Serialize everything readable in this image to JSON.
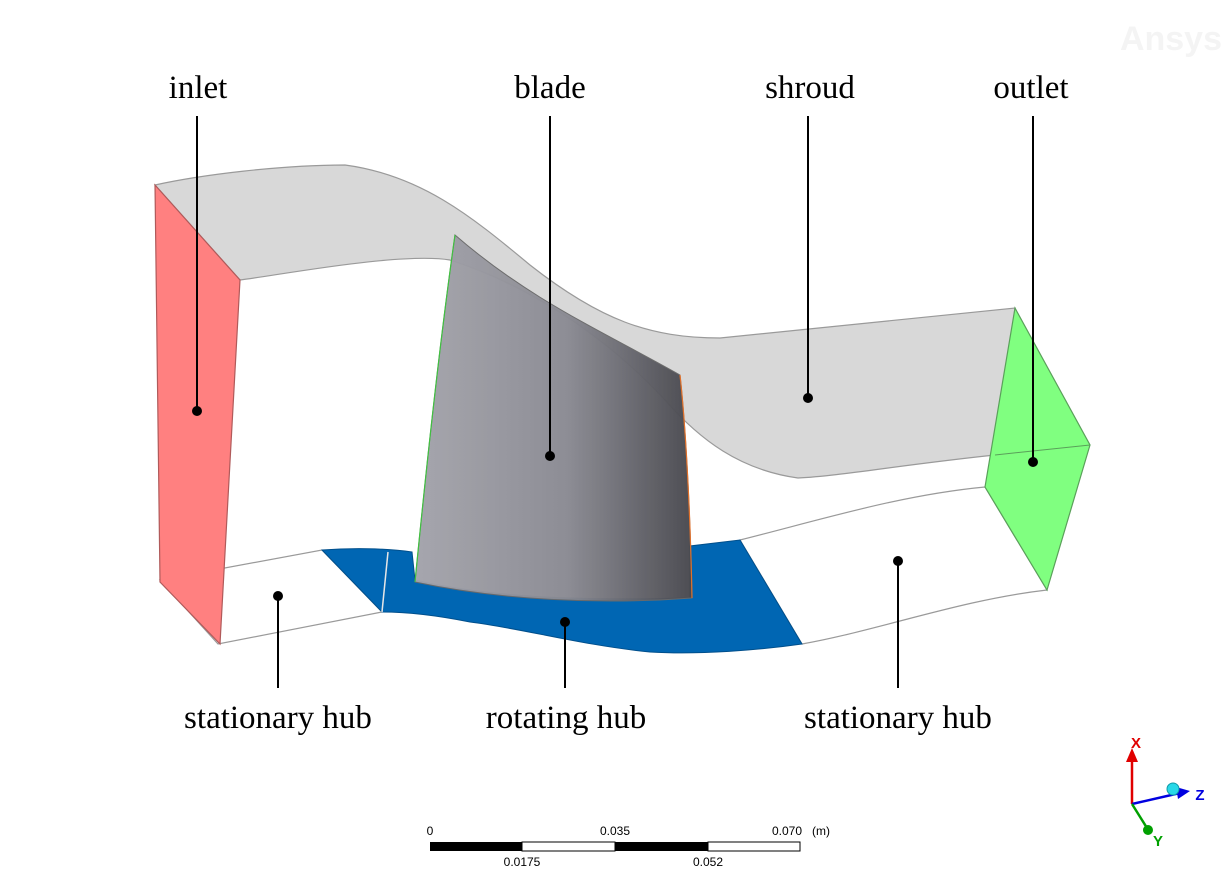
{
  "watermark": "Ansys",
  "labels": {
    "inlet": "inlet",
    "blade": "blade",
    "shroud": "shroud",
    "outlet": "outlet",
    "stationary_hub_left": "stationary hub",
    "rotating_hub": "rotating hub",
    "stationary_hub_right": "stationary hub"
  },
  "scale_bar": {
    "top_ticks": [
      "0",
      "0.035",
      "0.070"
    ],
    "bottom_ticks": [
      "0.0175",
      "0.052"
    ],
    "unit": "(m)"
  },
  "triad": {
    "x": "X",
    "y": "Y",
    "z": "Z"
  },
  "colors": {
    "inlet": "#ff8080",
    "outlet": "#80ff80",
    "shroud": "#d9d9d9",
    "rotating_hub": "#0066b3",
    "blade": "#8a8a90",
    "axis_x": "#e00000",
    "axis_y": "#00a000",
    "axis_z": "#0000e0"
  }
}
